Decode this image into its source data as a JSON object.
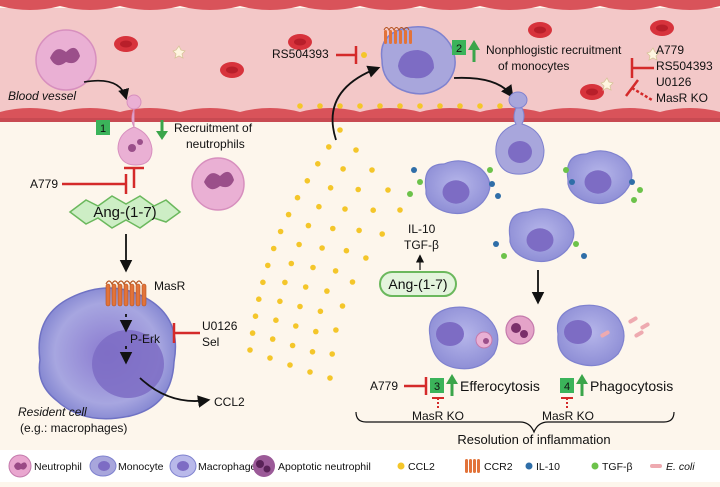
{
  "labels": {
    "blood_vessel": "Blood vessel",
    "rs504393_left": "RS504393",
    "step1_num": "1",
    "step1_text_1": "Recruitment of",
    "step1_text_2": "neutrophils",
    "a779_left": "A779",
    "ang17_main": "Ang-(1-7)",
    "masr": "MasR",
    "perk": "P-Erk",
    "u0126_left": "U0126",
    "sel": "Sel",
    "ccl2": "CCL2",
    "resident_cell_1": "Resident cell",
    "resident_cell_2": "(e.g.: macrophages)",
    "step2_num": "2",
    "step2_text_1": "Nonphlogistic recruitment",
    "step2_text_2": "of monocytes",
    "right_inh_a779": "A779",
    "right_inh_rs504393": "RS504393",
    "right_inh_u0126": "U0126",
    "right_inh_masrko": "MasR KO",
    "il10": "IL-10",
    "tgfb": "TGF-β",
    "ang17_box": "Ang-(1-7)",
    "a779_bottom": "A779",
    "step3_num": "3",
    "step3_text": "Efferocytosis",
    "step4_num": "4",
    "step4_text": "Phagocytosis",
    "masrko_3": "MasR KO",
    "masrko_4": "MasR KO",
    "resolution": "Resolution of inflammation"
  },
  "legend": [
    {
      "icon": "neutrophil-icon",
      "label": "Neutrophil"
    },
    {
      "icon": "monocyte-icon",
      "label": "Monocyte"
    },
    {
      "icon": "macrophage-icon",
      "label": "Macrophage"
    },
    {
      "icon": "apoptotic-neutrophil-icon",
      "label": "Apoptotic neutrophil"
    },
    {
      "icon": "ccl2-dot-icon",
      "label": "CCL2"
    },
    {
      "icon": "ccr2-receptor-icon",
      "label": "CCR2"
    },
    {
      "icon": "il10-dot-icon",
      "label": "IL-10"
    },
    {
      "icon": "tgfb-dot-icon",
      "label": "TGF-β"
    },
    {
      "icon": "ecoli-icon",
      "label": "E. coli"
    }
  ],
  "colors": {
    "vessel": "#f3c4c4",
    "endothelium": "#d9535a",
    "neutrophil": "#e9a6cf",
    "neutrophil_nucleus": "#9a4a86",
    "monocyte": "#a8a6dc",
    "macrophage": "#b9b9ea",
    "macrophage_nucleus": "#7d6cc4",
    "ccl2": "#f4c62a",
    "ccr2": "#e2733a",
    "il10": "#2f6ea8",
    "tgfb": "#6cc24a",
    "inhibitor": "#d42a2a",
    "up_arrow": "#3aa54a",
    "ang17_star": "#cdeec5",
    "ang17_star_stroke": "#6bb85d",
    "step_box": "#3bb35a",
    "ecoli": "#eeaab0"
  }
}
